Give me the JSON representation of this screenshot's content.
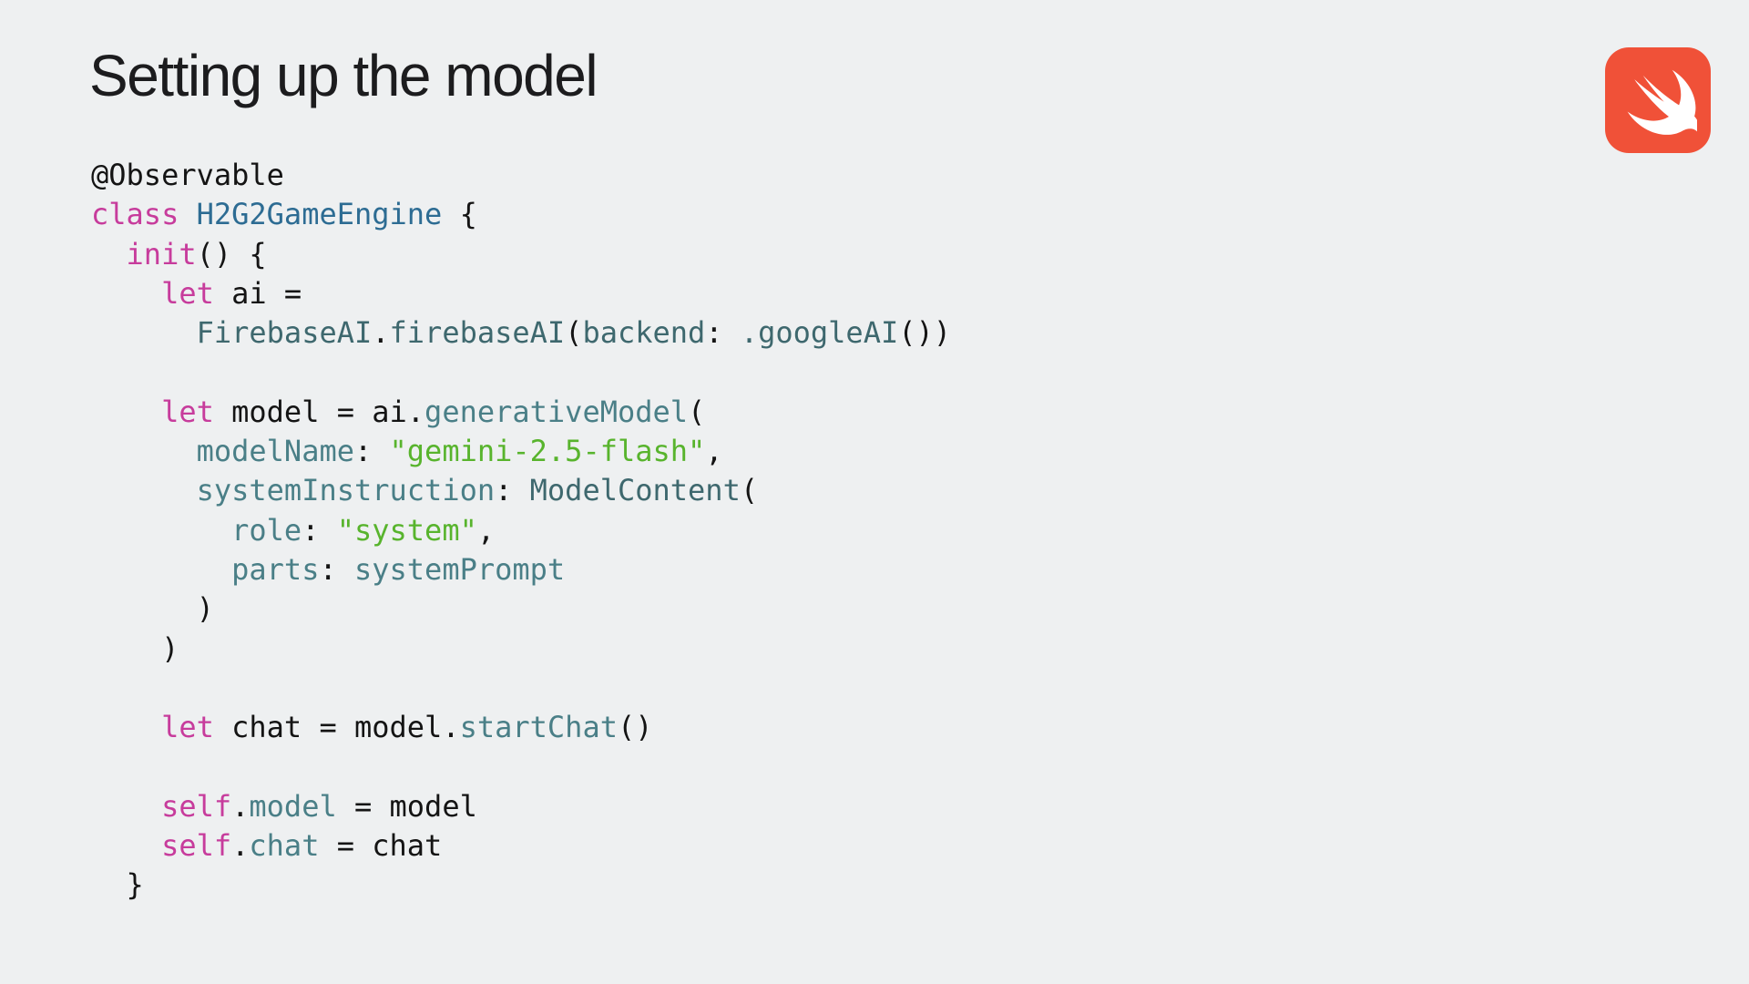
{
  "slide": {
    "title": "Setting up the model"
  },
  "logo": {
    "name": "swift-logo"
  },
  "colors": {
    "background": "#EEF0F1",
    "title": "#1C1C1E",
    "logo_background": "#F05138",
    "logo_glyph": "#FFFFFF",
    "code": {
      "plain": "#141414",
      "keyword": "#C73C9C",
      "type_decl": "#2D6C93",
      "type_ref": "#3E686E",
      "member": "#4A7F87",
      "string": "#58B42D"
    }
  },
  "code": {
    "language": "swift",
    "lines": [
      [
        [
          "@Observable",
          "plain"
        ]
      ],
      [
        [
          "class",
          "keyword"
        ],
        [
          " ",
          "plain"
        ],
        [
          "H2G2GameEngine",
          "type_decl"
        ],
        [
          " {",
          "plain"
        ]
      ],
      [
        [
          "  ",
          "plain"
        ],
        [
          "init",
          "keyword"
        ],
        [
          "() {",
          "plain"
        ]
      ],
      [
        [
          "    ",
          "plain"
        ],
        [
          "let",
          "keyword"
        ],
        [
          " ai =",
          "plain"
        ]
      ],
      [
        [
          "      ",
          "plain"
        ],
        [
          "FirebaseAI",
          "type_ref"
        ],
        [
          ".",
          "plain"
        ],
        [
          "firebaseAI",
          "type_ref"
        ],
        [
          "(",
          "plain"
        ],
        [
          "backend",
          "type_ref"
        ],
        [
          ": ",
          "plain"
        ],
        [
          ".googleAI",
          "type_ref"
        ],
        [
          "())",
          "plain"
        ]
      ],
      [
        [
          "",
          "plain"
        ]
      ],
      [
        [
          "    ",
          "plain"
        ],
        [
          "let",
          "keyword"
        ],
        [
          " model = ai.",
          "plain"
        ],
        [
          "generativeModel",
          "member"
        ],
        [
          "(",
          "plain"
        ]
      ],
      [
        [
          "      ",
          "plain"
        ],
        [
          "modelName",
          "member"
        ],
        [
          ": ",
          "plain"
        ],
        [
          "\"gemini-2.5-flash\"",
          "string"
        ],
        [
          ",",
          "plain"
        ]
      ],
      [
        [
          "      ",
          "plain"
        ],
        [
          "systemInstruction",
          "member"
        ],
        [
          ": ",
          "plain"
        ],
        [
          "ModelContent",
          "type_ref"
        ],
        [
          "(",
          "plain"
        ]
      ],
      [
        [
          "        ",
          "plain"
        ],
        [
          "role",
          "member"
        ],
        [
          ": ",
          "plain"
        ],
        [
          "\"system\"",
          "string"
        ],
        [
          ",",
          "plain"
        ]
      ],
      [
        [
          "        ",
          "plain"
        ],
        [
          "parts",
          "member"
        ],
        [
          ": ",
          "plain"
        ],
        [
          "systemPrompt",
          "member"
        ]
      ],
      [
        [
          "      )",
          "plain"
        ]
      ],
      [
        [
          "    )",
          "plain"
        ]
      ],
      [
        [
          "",
          "plain"
        ]
      ],
      [
        [
          "    ",
          "plain"
        ],
        [
          "let",
          "keyword"
        ],
        [
          " chat = model.",
          "plain"
        ],
        [
          "startChat",
          "member"
        ],
        [
          "()",
          "plain"
        ]
      ],
      [
        [
          "",
          "plain"
        ]
      ],
      [
        [
          "    ",
          "plain"
        ],
        [
          "self",
          "keyword"
        ],
        [
          ".",
          "plain"
        ],
        [
          "model",
          "member"
        ],
        [
          " = model",
          "plain"
        ]
      ],
      [
        [
          "    ",
          "plain"
        ],
        [
          "self",
          "keyword"
        ],
        [
          ".",
          "plain"
        ],
        [
          "chat",
          "member"
        ],
        [
          " = chat",
          "plain"
        ]
      ],
      [
        [
          "  }",
          "plain"
        ]
      ]
    ]
  }
}
